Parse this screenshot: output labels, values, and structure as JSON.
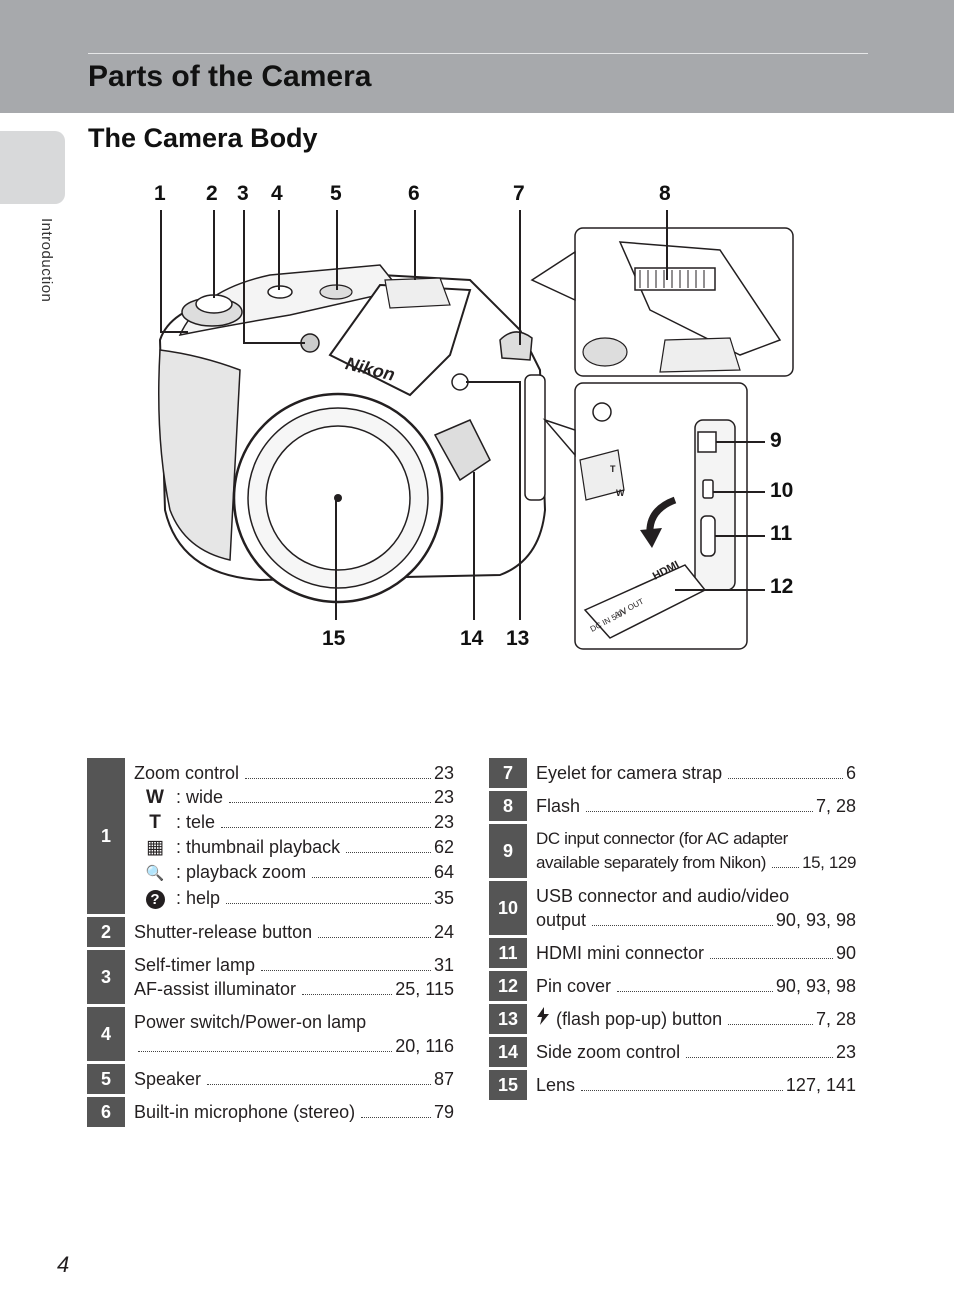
{
  "header": {
    "title": "Parts of the Camera"
  },
  "side_tab": {
    "label": "Introduction"
  },
  "section": {
    "title": "The Camera Body"
  },
  "diagram": {
    "callouts": [
      "1",
      "2",
      "3",
      "4",
      "5",
      "6",
      "7",
      "8",
      "9",
      "10",
      "11",
      "12",
      "13",
      "14",
      "15"
    ],
    "camera_logo": "Nikon",
    "port_labels": {
      "hdmi": "HDMI",
      "av_out": "A/V OUT",
      "dc_in": "DC IN 5.0V"
    },
    "zoom_marks": {
      "tele": "T",
      "wide": "W"
    }
  },
  "parts_left": [
    {
      "num": "1",
      "lines": [
        {
          "label": "Zoom control",
          "page": "23"
        },
        {
          "icon": "W",
          "icon_name": "wide-icon",
          "label": ": wide",
          "page": "23"
        },
        {
          "icon": "T",
          "icon_name": "tele-icon",
          "label": ": tele",
          "page": "23"
        },
        {
          "icon": "▦",
          "icon_name": "thumbnail-icon",
          "label": ": thumbnail playback",
          "page": "62"
        },
        {
          "icon": "🔍",
          "icon_name": "magnify-icon",
          "label": ": playback zoom",
          "page": "64"
        },
        {
          "icon": "?",
          "icon_name": "help-icon",
          "label": ": help",
          "page": "35"
        }
      ]
    },
    {
      "num": "2",
      "lines": [
        {
          "label": "Shutter-release button",
          "page": "24"
        }
      ]
    },
    {
      "num": "3",
      "lines": [
        {
          "label": "Self-timer lamp",
          "page": "31"
        },
        {
          "label": "AF-assist illuminator",
          "page": "25, 115"
        }
      ]
    },
    {
      "num": "4",
      "lines": [
        {
          "label": "Power switch/Power-on lamp",
          "page": ""
        },
        {
          "label": "",
          "page": "20, 116"
        }
      ]
    },
    {
      "num": "5",
      "lines": [
        {
          "label": "Speaker",
          "page": "87"
        }
      ]
    },
    {
      "num": "6",
      "lines": [
        {
          "label": "Built-in microphone (stereo)",
          "page": "79"
        }
      ]
    }
  ],
  "parts_right": [
    {
      "num": "7",
      "lines": [
        {
          "label": "Eyelet for camera strap",
          "page": "6"
        }
      ]
    },
    {
      "num": "8",
      "lines": [
        {
          "label": "Flash",
          "page": "7, 28"
        }
      ]
    },
    {
      "num": "9",
      "lines": [
        {
          "label": "DC input connector (for AC adapter",
          "page": ""
        },
        {
          "label": "available separately from Nikon)",
          "page": "15, 129"
        }
      ]
    },
    {
      "num": "10",
      "lines": [
        {
          "label": "USB connector and audio/video",
          "page": ""
        },
        {
          "label": "output",
          "page": "90, 93, 98"
        }
      ]
    },
    {
      "num": "11",
      "lines": [
        {
          "label": "HDMI mini connector",
          "page": "90"
        }
      ]
    },
    {
      "num": "12",
      "lines": [
        {
          "label": "Pin cover",
          "page": "90, 93, 98"
        }
      ]
    },
    {
      "num": "13",
      "lines": [
        {
          "label": "(flash pop-up) button",
          "page": "7, 28"
        }
      ]
    },
    {
      "num": "14",
      "lines": [
        {
          "label": "Side zoom control",
          "page": "23"
        }
      ]
    },
    {
      "num": "15",
      "lines": [
        {
          "label": "Lens",
          "page": "127, 141"
        }
      ]
    }
  ],
  "footer": {
    "page_number": "4"
  }
}
